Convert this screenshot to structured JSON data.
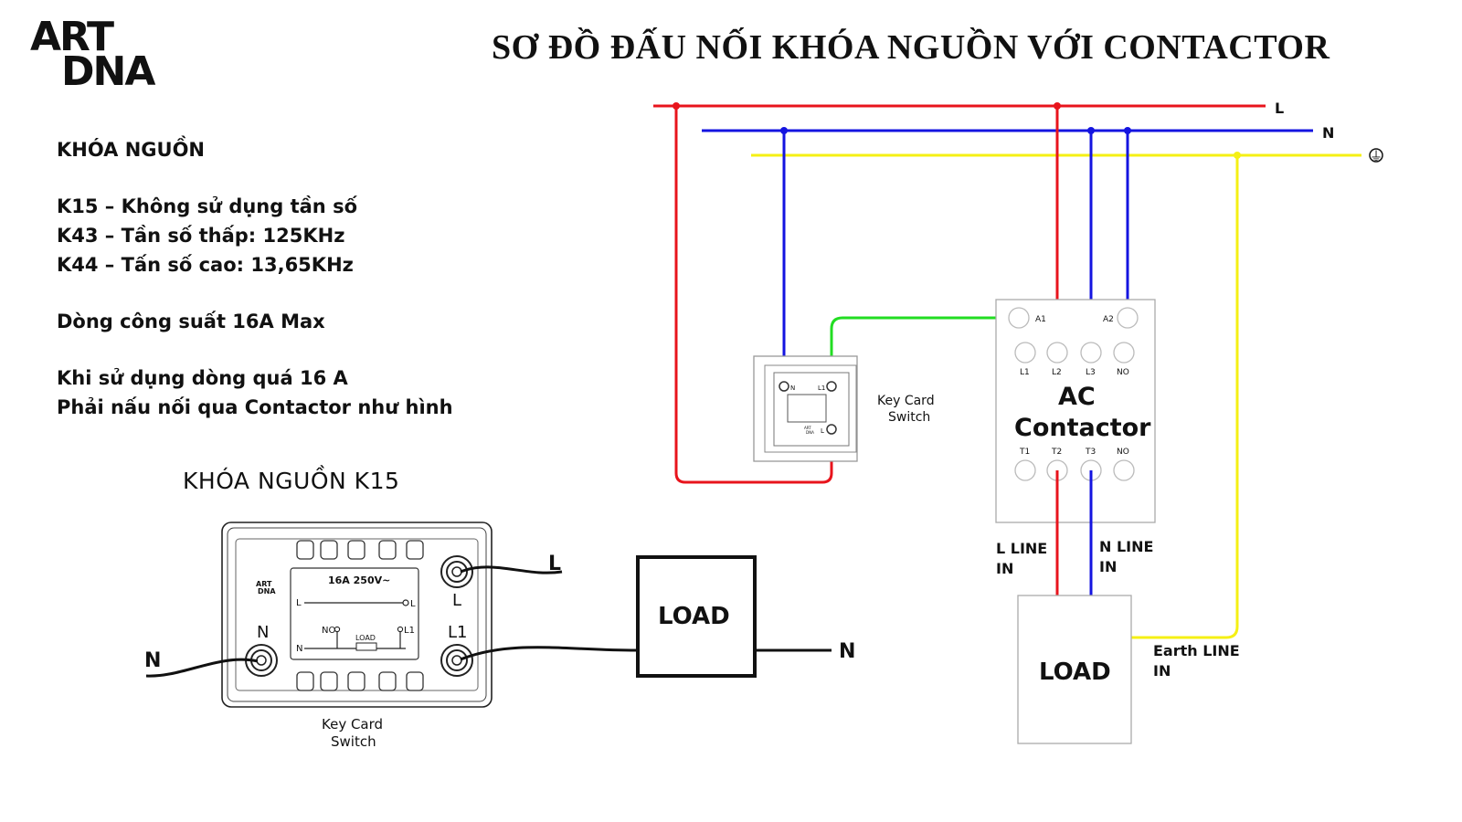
{
  "logo": {
    "line1": "ART",
    "line2": "DNA"
  },
  "title": "SƠ ĐỒ ĐẤU NỐI KHÓA NGUỒN VỚI CONTACTOR",
  "info": {
    "heading": "KHÓA NGUỒN",
    "k15": "K15 – Không sử dụng tần số",
    "k43": "K43 – Tần số thấp: 125KHz",
    "k44": "K44 – Tấn số cao: 13,65KHz",
    "power": "Dòng công suất 16A Max",
    "warn1": "Khi sử dụng dòng quá 16 A",
    "warn2": "Phải nấu nối qua Contactor như hình"
  },
  "left_diagram": {
    "title": "KHÓA NGUỒN K15",
    "switch_logo": [
      "ART",
      "DNA"
    ],
    "rating": "16A 250V~",
    "term_L": "L",
    "term_N": "N",
    "term_L1": "L1",
    "inner_L": "L",
    "inner_N": "N",
    "inner_NO": "NO",
    "inner_L1": "L1",
    "inner_load": "LOAD",
    "wire_L": "L",
    "wire_N_in": "N",
    "wire_N_out": "N",
    "load": "LOAD",
    "caption_line1": "Key Card",
    "caption_line2": "Switch"
  },
  "right_diagram": {
    "bus_L": "L",
    "bus_N": "N",
    "earth_symbol": "⏚",
    "switch_N": "N",
    "switch_L1": "L1",
    "switch_L": "L",
    "switch_logo": [
      "ART",
      "DNA"
    ],
    "switch_label1": "Key Card",
    "switch_label2": "Switch",
    "contactor_line1": "AC",
    "contactor_line2": "Contactor",
    "coil_A1": "A1",
    "coil_A2": "A2",
    "top_terms": [
      "L1",
      "L2",
      "L3",
      "NO"
    ],
    "bottom_terms": [
      "T1",
      "T2",
      "T3",
      "NO"
    ],
    "l_line_1": "L LINE",
    "l_line_2": "IN",
    "n_line_1": "N LINE",
    "n_line_2": "IN",
    "load": "LOAD",
    "earth_line_1": "Earth LINE",
    "earth_line_2": "IN"
  },
  "colors": {
    "live": "#e8141c",
    "neutral": "#1414e0",
    "earth": "#f5f014",
    "control": "#22dd22"
  }
}
